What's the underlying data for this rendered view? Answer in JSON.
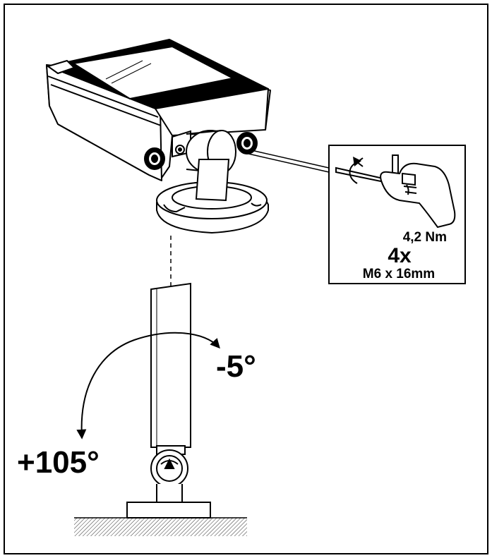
{
  "labels": {
    "torque": "4,2 Nm",
    "quantity": "4x",
    "screw_size": "M6 x 16mm",
    "angle_min": "-5°",
    "angle_max": "+105°"
  },
  "colors": {
    "line": "#000000",
    "background": "#ffffff",
    "shade": "#d8d8d8"
  }
}
